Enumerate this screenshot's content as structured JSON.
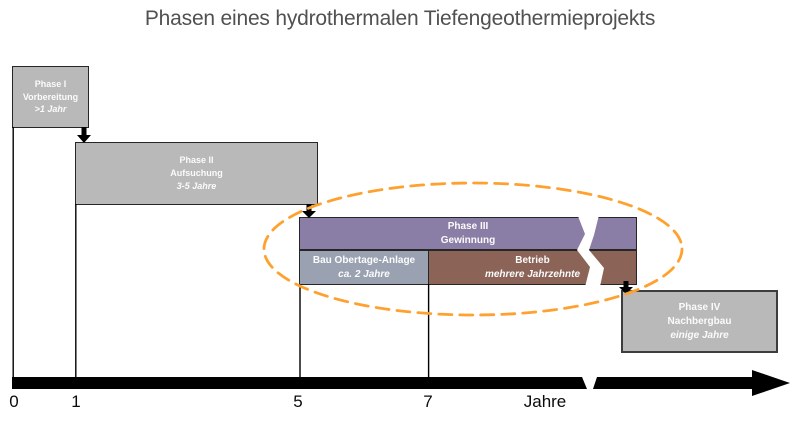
{
  "title": "Phasen eines hydrothermalen Tiefengeothermieprojekts",
  "boxes": {
    "phase1": {
      "lines": [
        "Phase I",
        "Vorbereitung",
        ">1 Jahr"
      ]
    },
    "phase2": {
      "lines": [
        "Phase II",
        "Aufsuchung",
        "3-5 Jahre"
      ]
    },
    "phase3": {
      "lines": [
        "Phase III",
        "Gewinnung"
      ]
    },
    "bau": {
      "lines": [
        "Bau Obertage-Anlage",
        "ca. 2 Jahre"
      ]
    },
    "betrieb": {
      "lines": [
        "Betrieb",
        "mehrere Jahrzehnte"
      ]
    },
    "phase4": {
      "lines": [
        "Phase IV",
        "Nachbergbau",
        "einige Jahre"
      ]
    }
  },
  "axis": {
    "ticks": [
      "0",
      "1",
      "5",
      "7"
    ],
    "unit": "Jahre"
  },
  "timeline": {
    "phase1_years": {
      "start": 0,
      "end": 1
    },
    "phase2_years": {
      "start": 1,
      "end": 5
    },
    "bau_years": {
      "start": 5,
      "end": 7
    },
    "betrieb_start_year": 7,
    "axis_break_after_year": 7
  },
  "colors": {
    "phase_gray": "#b9b9b9",
    "phase3_purple": "#8b7ea6",
    "bau_bluegray": "#9aa2b2",
    "betrieb_brown": "#8b6457",
    "highlight_ellipse_orange": "#ffa12f",
    "title_text": "#515151",
    "connector_black": "#000000"
  }
}
